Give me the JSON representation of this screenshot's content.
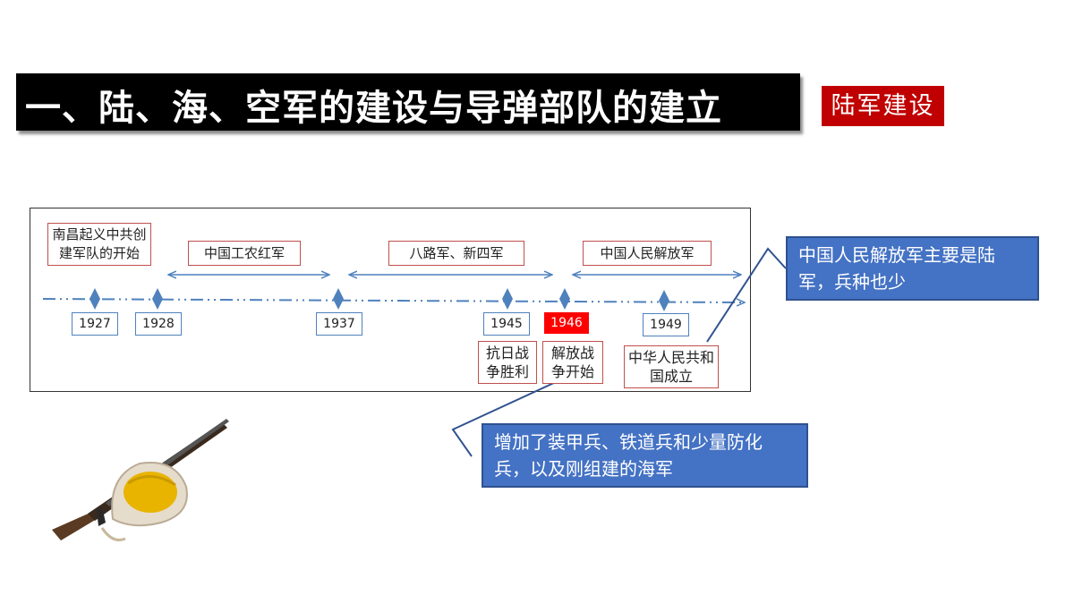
{
  "title": "一、陆、海、空军的建设与导弹部队的建立",
  "tag": "陆军建设",
  "periods": [
    {
      "label": "中国工农红军"
    },
    {
      "label": "八路军、新四军"
    },
    {
      "label": "中国人民解放军"
    }
  ],
  "years": [
    "1927",
    "1928",
    "1937",
    "1945",
    "1946",
    "1949"
  ],
  "highlighted_year": "1946",
  "events": {
    "nanchang": "南昌起义中共创建军队的开始",
    "victory": "抗日战争胜利",
    "liberation_war": "解放战争开始",
    "prc": "中华人民共和国成立"
  },
  "callouts": {
    "pla": "中国人民解放军主要是陆军，兵种也少",
    "added": "增加了装甲兵、铁道兵和少量防化兵，以及刚组建的海军"
  },
  "colors": {
    "title_bg": "#000000",
    "tag_bg": "#c00000",
    "highlight": "#ff0000",
    "callout_bg": "#4472c4",
    "timeline": "#4f81bd"
  }
}
